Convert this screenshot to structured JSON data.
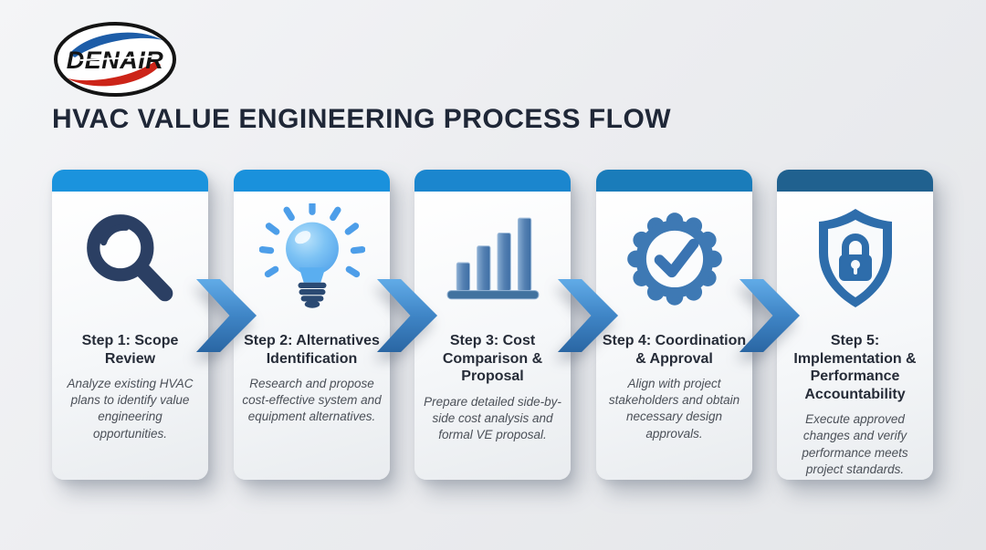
{
  "page": {
    "title": "HVAC VALUE ENGINEERING PROCESS FLOW"
  },
  "logo": {
    "text": "DENAIR",
    "swoosh_top_color": "#1d5da8",
    "swoosh_bottom_color": "#cc2418",
    "border_color": "#141414"
  },
  "steps": [
    {
      "icon": "magnifier-icon",
      "header_color": "#1b93dd",
      "title": "Step 1: Scope Review",
      "description": "Analyze existing HVAC plans to identify value engineering opportunities."
    },
    {
      "icon": "lightbulb-icon",
      "header_color": "#1a91dc",
      "title": "Step 2: Alternatives Identification",
      "description": "Research and propose cost-effective system and equipment alternatives."
    },
    {
      "icon": "bar-chart-icon",
      "header_color": "#1b86ce",
      "title": "Step 3: Cost Comparison & Proposal",
      "description": "Prepare detailed side-by-side cost analysis and formal VE proposal."
    },
    {
      "icon": "approval-badge-icon",
      "header_color": "#1a7cba",
      "title": "Step 4: Coordination & Approval",
      "description": "Align with project stakeholders and obtain necessary design approvals."
    },
    {
      "icon": "shield-lock-icon",
      "header_color": "#20618f",
      "title": "Step 5: Implementation & Performance Accountability",
      "description": "Execute approved changes and verify performance meets project standards."
    }
  ],
  "arrow": {
    "gradient_top": "#61abe7",
    "gradient_bottom": "#2a66a3"
  }
}
